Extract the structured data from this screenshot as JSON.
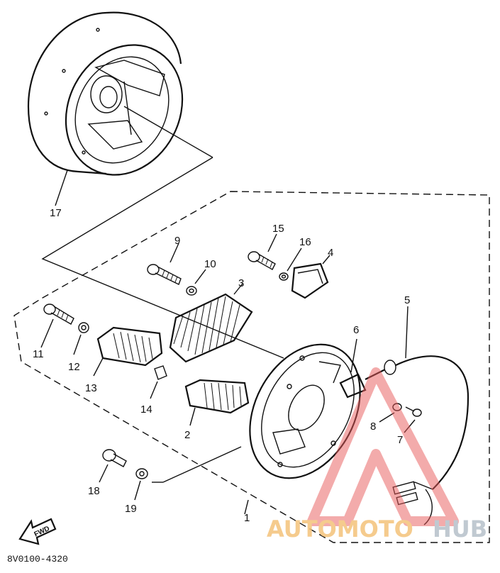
{
  "diagram": {
    "part_labels": [
      "17",
      "9",
      "10",
      "15",
      "16",
      "4",
      "3",
      "11",
      "12",
      "13",
      "14",
      "2",
      "6",
      "5",
      "8",
      "7",
      "18",
      "19",
      "1"
    ],
    "code": "8V0100-4320",
    "fwd_label": "FWD"
  },
  "watermark": {
    "part1": "AUTOMOTO",
    "part2": "HUB",
    "color_primary": "#f4c27a",
    "color_secondary": "#b6c0ca",
    "triangle_color": "#e85a5a"
  }
}
